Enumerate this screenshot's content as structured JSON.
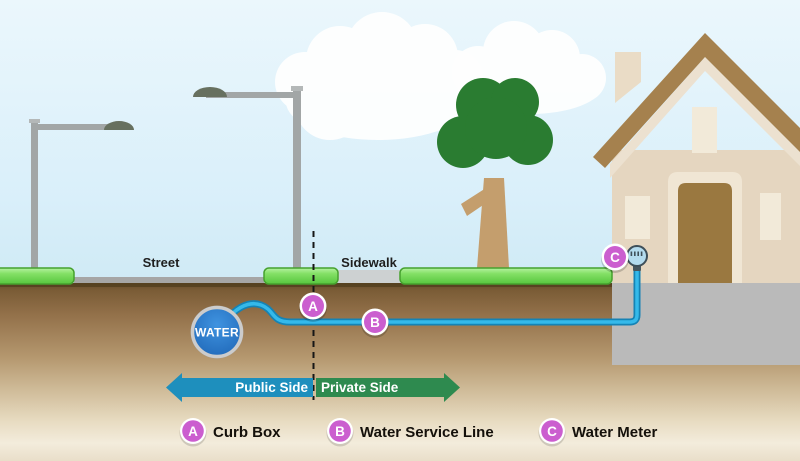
{
  "scene": {
    "street_label": "Street",
    "sidewalk_label": "Sidewalk",
    "water_main_label": "WATER",
    "markers": {
      "curb_box": "A",
      "service_line": "B",
      "water_meter": "C"
    },
    "zones": {
      "public_label": "Public Side",
      "private_label": "Private Side"
    }
  },
  "legend": {
    "items": [
      {
        "letter": "A",
        "label": "Curb Box"
      },
      {
        "letter": "B",
        "label": "Water Service Line"
      },
      {
        "letter": "C",
        "label": "Water Meter"
      }
    ]
  },
  "colors": {
    "marker_magenta": "#cb5ecf",
    "pipe_fill": "#35b9ea",
    "pipe_outline": "#1583b5",
    "water_main_blue": "#2277cc",
    "public_arrow": "#1e8fbd",
    "private_arrow": "#2e8a4f",
    "grass_green": "#76d958",
    "roof_brown": "#a5814e",
    "wall_tan": "#e5d6c0",
    "foundation_gray": "#bababa",
    "ground_brown": "#9d7d52",
    "sky_blue": "#d9effa"
  }
}
